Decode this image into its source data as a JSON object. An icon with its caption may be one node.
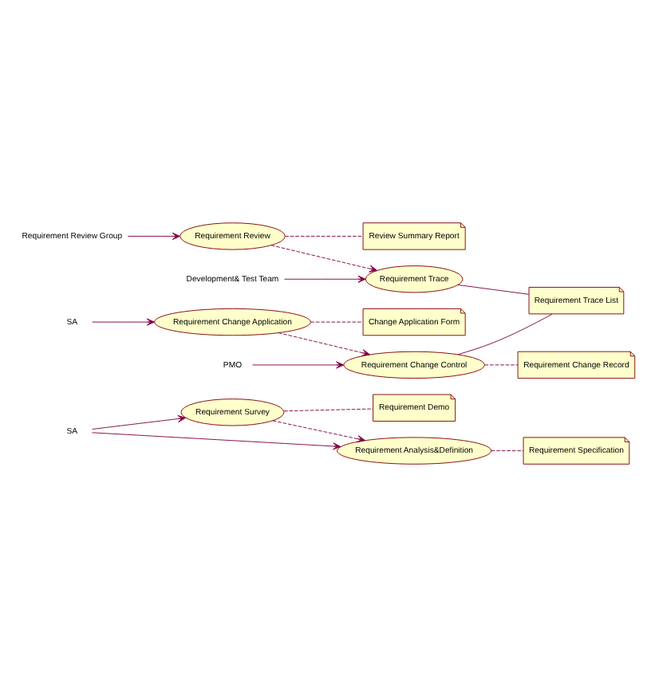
{
  "diagram": {
    "nodes": [
      {
        "text": [
          "SA"
        ]
      },
      {
        "text": [
          "Requirement Survey"
        ]
      },
      {
        "text": [
          "Requirement Demo"
        ]
      },
      {
        "text": [
          "Requirement Analysis&Definition"
        ]
      },
      {
        "text": [
          "Requirement Specification"
        ]
      },
      {
        "text": [
          "Requirement Review Group"
        ]
      },
      {
        "text": [
          "Requirement Review"
        ]
      },
      {
        "text": [
          "Review Summary Report"
        ]
      },
      {
        "text": [
          "SA"
        ]
      },
      {
        "text": [
          "Requirement Change Application"
        ]
      },
      {
        "text": [
          "Change Application Form"
        ]
      },
      {
        "text": [
          "Development& Test Team"
        ]
      },
      {
        "text": [
          "PMO"
        ]
      },
      {
        "text": [
          "Requirement Trace"
        ]
      },
      {
        "text": [
          "Requirement Change Control"
        ]
      },
      {
        "text": [
          "Requirement Change Record"
        ]
      },
      {
        "text": [
          "Requirement Trace List"
        ]
      }
    ],
    "edges": [
      {
        "from": 0,
        "to": 1,
        "arrow": "to"
      },
      {
        "from": 0,
        "to": 3,
        "arrow": "to"
      },
      {
        "from": 1,
        "to": 2,
        "arrow": "none",
        "style": "dashed"
      },
      {
        "from": 1,
        "to": 3,
        "arrow": "to",
        "style": "dashed"
      },
      {
        "from": 3,
        "to": 4,
        "arrow": "none",
        "style": "dashed"
      },
      {
        "from": 5,
        "to": 6,
        "arrow": "to"
      },
      {
        "from": 6,
        "to": 7,
        "arrow": "none",
        "style": "dashed"
      },
      {
        "from": 6,
        "to": 13,
        "arrow": "to",
        "style": "dashed"
      },
      {
        "from": 8,
        "to": 9,
        "arrow": "to"
      },
      {
        "from": 9,
        "to": 10,
        "arrow": "none",
        "style": "dashed"
      },
      {
        "from": 9,
        "to": 14,
        "arrow": "to",
        "style": "dashed"
      },
      {
        "from": 11,
        "to": 13,
        "arrow": "to"
      },
      {
        "from": 12,
        "to": 14,
        "arrow": "to"
      },
      {
        "from": 14,
        "to": 15,
        "arrow": "none",
        "style": "dashed"
      },
      {
        "from": 13,
        "to": 16,
        "arrow": "none"
      },
      {
        "from": 14,
        "to": 16,
        "arrow": "none"
      }
    ]
  }
}
